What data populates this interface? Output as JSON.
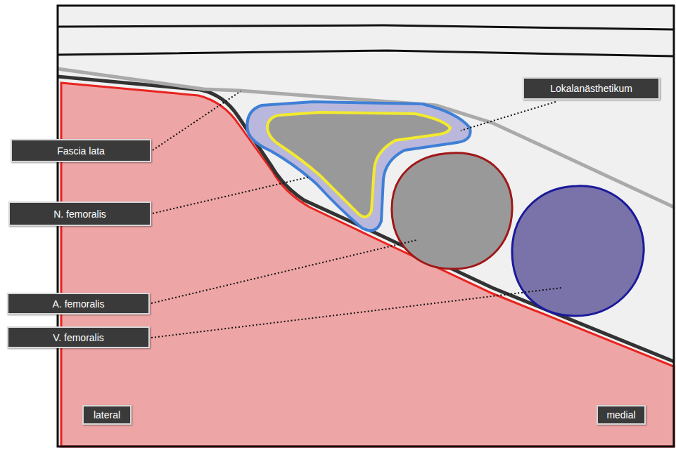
{
  "diagram": {
    "nodes": [
      {
        "text": [
          "Lokalanästhetikum"
        ]
      },
      {
        "text": [
          "Fascia lata"
        ]
      },
      {
        "text": [
          "N. femoralis"
        ]
      },
      {
        "text": [
          "A. femoralis"
        ]
      },
      {
        "text": [
          "V. femoralis"
        ]
      },
      {
        "text": [
          "lateral"
        ]
      },
      {
        "text": [
          "medial"
        ]
      }
    ]
  }
}
